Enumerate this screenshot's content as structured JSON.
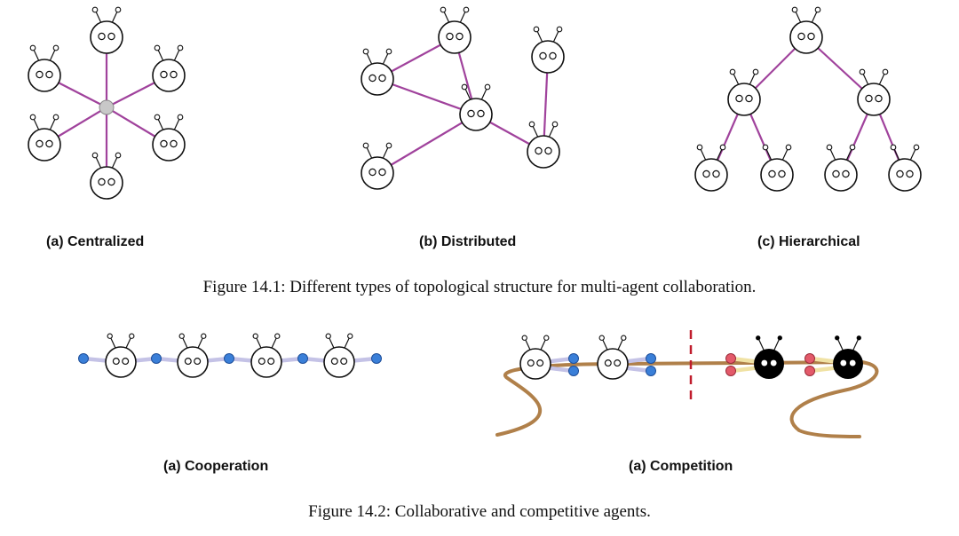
{
  "figure1": {
    "caption": "Figure 14.1: Different types of topological structure for multi-agent collaboration.",
    "panels": [
      {
        "label": "(a) Centralized"
      },
      {
        "label": "(b) Distributed"
      },
      {
        "label": "(c) Hierarchical"
      }
    ]
  },
  "figure2": {
    "caption": "Figure 14.2: Collaborative and competitive agents.",
    "panels": [
      {
        "label": "(a) Cooperation"
      },
      {
        "label": "(a) Competition"
      }
    ]
  },
  "colors": {
    "edge": "#a0429c",
    "hub": "#c8c8c8",
    "rope": "#b0804a",
    "divider": "#c01c2c",
    "blue_node": "#3a7fd8",
    "red_node": "#e35a6a"
  }
}
